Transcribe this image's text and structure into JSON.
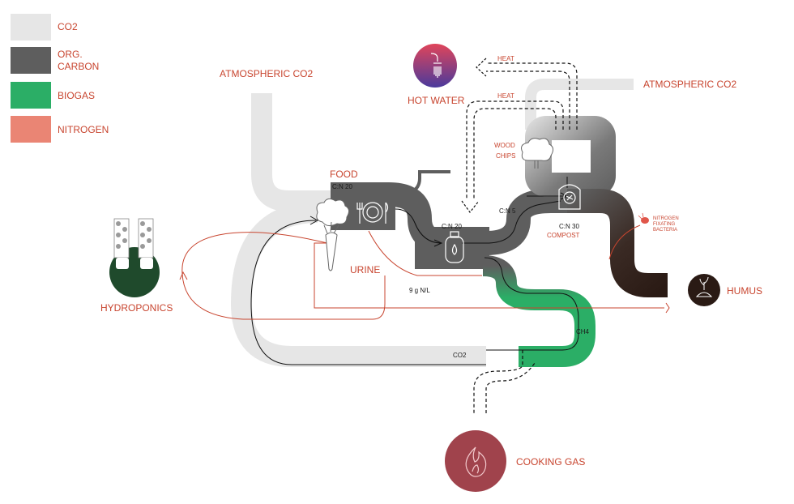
{
  "legend": [
    {
      "label": "CO2",
      "color": "#e6e6e6"
    },
    {
      "label_line1": "ORG.",
      "label_line2": "CARBON",
      "color": "#5e5e5e"
    },
    {
      "label": "BIOGAS",
      "color": "#2bae66"
    },
    {
      "label": "NITROGEN",
      "color": "#ea8574"
    }
  ],
  "labels": {
    "atmospheric_co2_left": "ATMOSPHERIC CO2",
    "atmospheric_co2_right": "ATMOSPHERIC CO2",
    "hot_water": "HOT WATER",
    "heat_top": "HEAT",
    "heat_mid": "HEAT",
    "food": "FOOD",
    "cn_food": "C:N 20",
    "cn_digester": "C:N 20",
    "cn_5": "C:N 5",
    "cn_compost": "C:N 30",
    "compost": "COMPOST",
    "wood": "WOOD",
    "chips": "CHIPS",
    "urine": "URINE",
    "nitrogen_rate": "9 g N/L",
    "nitrogen_fixating_1": "NITROGEN",
    "nitrogen_fixating_2": "FIXATING",
    "nitrogen_fixating_3": "BACTERIA",
    "hydroponics": "HYDROPONICS",
    "humus": "HUMUS",
    "ch4": "CH4",
    "co2_return": "CO2",
    "cooking_gas": "COOKING GAS"
  },
  "colors": {
    "co2": "#e6e6e6",
    "org_carbon": "#5e5e5e",
    "biogas": "#2bae66",
    "nitrogen": "#ea8574",
    "accent_text": "#c8452f",
    "hydroponics_dark": "#1f4a2c",
    "humus_dark": "#2a1a14",
    "cooking_gas": "#a0434c"
  },
  "icons": {
    "hot_water": "shower-icon",
    "food": "plate-cutlery-icon",
    "digester": "gas-bottle-icon",
    "compost": "compost-bin-icon",
    "wood_chips": "cloud-tree-icon",
    "hydroponics": "hydroponic-tower-icon",
    "humus": "soil-sprout-icon",
    "cooking_gas": "flame-icon",
    "carrot": "carrot-icon",
    "bacteria": "bacteria-icon"
  }
}
